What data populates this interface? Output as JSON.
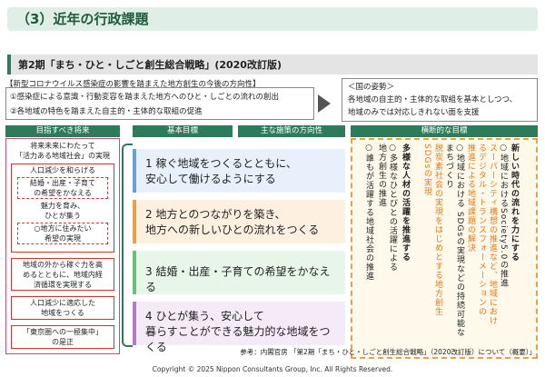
{
  "title": "（3）近年の行政課題",
  "strategy_title": "第2期「まち・ひと・しごと創生総合戦略」(2020改訂版)",
  "context": {
    "label": "【新型コロナウイルス感染症の影響を踏まえた地方創生の今後の方向性】",
    "items": [
      "①感染症による意識・行動変容を踏まえた地方へのひと・しごとの流れの創出",
      "②各地域の特色を踏まえた自主的・主体的な取組の促進"
    ]
  },
  "stance": {
    "label": "＜国の姿勢＞",
    "lines": [
      "各地域の自主的・主体的な取組を基本としつつ、",
      "地域のみでは対応しきれない面を支援"
    ]
  },
  "headers": {
    "future": "目指すべき将来",
    "goals": "基本目標",
    "policy": "主な施策の方向性",
    "cross": "横断的な目標"
  },
  "future": {
    "intro": [
      "将来未来にわたって",
      "「活力ある地域社会」の実現"
    ],
    "box1_title": "人口減少を和らげる",
    "box1_items": [
      [
        "結婚・出産・子育て",
        "の希望をかなえる"
      ],
      [
        "魅力を育み、",
        "ひとが集う"
      ],
      [
        "○地方に住みたい",
        "希望の実現"
      ]
    ],
    "box2": [
      "地域の外から稼ぐ力を高",
      "めるとともに、地域内経",
      "済循環を実現する"
    ],
    "box3": [
      "人口減少に適応した",
      "地域をつくる"
    ],
    "bottom": [
      "「東京圏への一極集中」",
      "の是正"
    ]
  },
  "goals": [
    [
      "1 稼ぐ地域をつくるとともに、",
      "安心して働けるようにする"
    ],
    [
      "2 地方とのつながりを築き、",
      "地方への新しいひとの流れをつくる"
    ],
    [
      "3 結婚・出産・子育ての希望をかなえる"
    ],
    [
      "4 ひとが集う、安心して",
      "暮らすことができる魅力的な地域をつくる"
    ]
  ],
  "cross": {
    "col1_title": "新しい時代の流れを力にする",
    "col1_lines": [
      "○地域におけるSociety5.0の推進",
      "スーパーシティ構想の推進など、地域におけ",
      "るデジタル・トランスフォーメーションの",
      "推進による地域課題の解決",
      "○地域における SDGsの実現などの持続可能な",
      "まちづくり",
      "脱炭素社会の実現をはじめとする地方創生",
      "SDGsの実現"
    ],
    "col2_title": "多様な人材の活躍を推進する",
    "col2_lines": [
      "○多様なひとびとの活躍による",
      "地方創生の推進",
      "○誰もが活躍する地域社会の推進"
    ]
  },
  "reference": "参考：内閣官房 「第2期「まち・ひと・しごと創生総合戦略」（2020改訂版）について（概要）」",
  "copyright": "Copyright © 2025 Nippon Consultants Group, Inc. All Rights Reserved.",
  "colors": {
    "accent": "#2f7a5a",
    "goal1": "#6aa0d8",
    "goal2": "#e8a04a",
    "goal3": "#6bbf7a",
    "goal4": "#b57ac9"
  }
}
